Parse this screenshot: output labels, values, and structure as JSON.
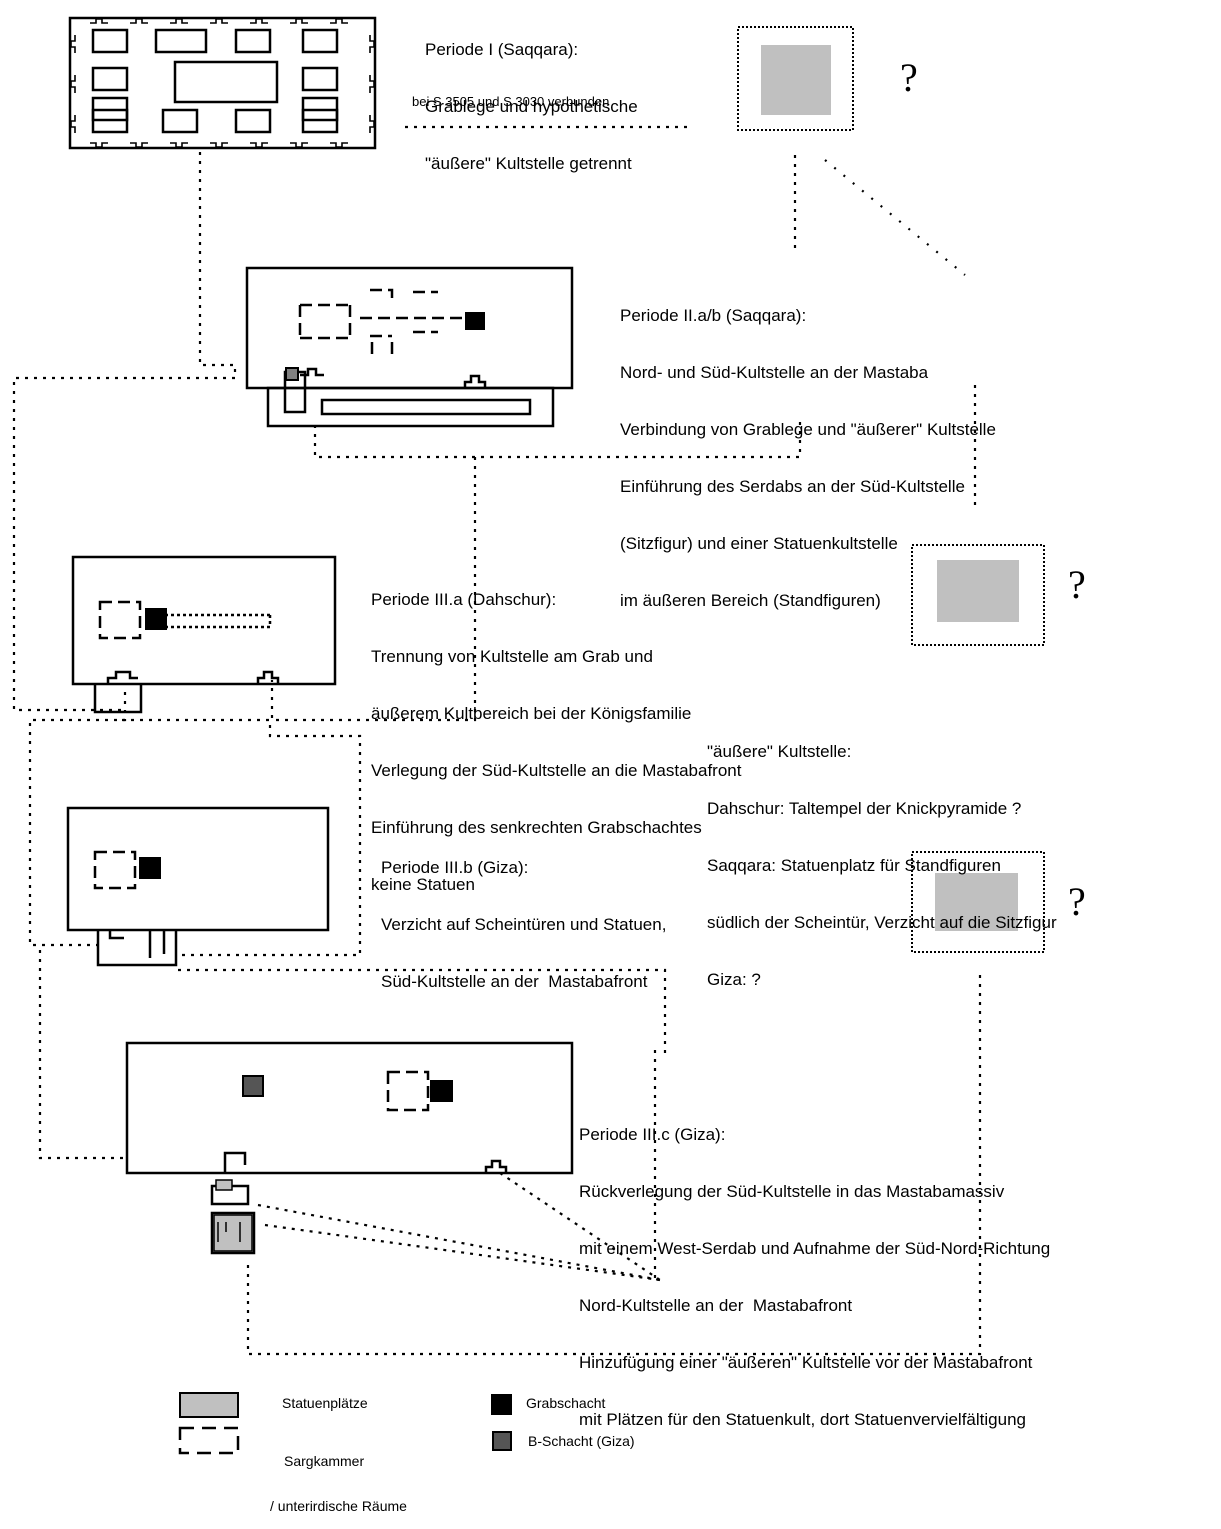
{
  "periods": {
    "p1": {
      "lines": [
        "Periode I (Saqqara):",
        "Grablege und hypothetische",
        "\"äußere\" Kultstelle getrennt"
      ],
      "note": "bei S 3505 und S 3030 verbunden"
    },
    "p2": {
      "lines": [
        "Periode II.a/b (Saqqara):",
        "Nord- und Süd-Kultstelle an der Mastaba",
        "Verbindung von Grablege und \"äußerer\" Kultstelle",
        "Einführung des Serdabs an der Süd-Kultstelle",
        "(Sitzfigur) und einer Statuenkultstelle",
        "im äußeren Bereich (Standfiguren)"
      ]
    },
    "p3a": {
      "lines": [
        "Periode III.a (Dahschur):",
        "Trennung von Kultstelle am Grab und",
        "äußerem Kultbereich bei der Königsfamilie",
        "Verlegung der Süd-Kultstelle an die Mastabafront",
        "Einführung des senkrechten Grabschachtes",
        "keine Statuen"
      ]
    },
    "outer": {
      "lines": [
        "\"äußere\" Kultstelle:",
        "Dahschur: Taltempel der Knickpyramide ?",
        "Saqqara: Statuenplatz für Standfiguren",
        "südlich der Scheintür, Verzicht auf die Sitzfigur",
        "Giza: ?"
      ]
    },
    "p3b": {
      "lines": [
        "Periode III.b (Giza):",
        "Verzicht auf Scheintüren und Statuen,",
        "Süd-Kultstelle an der  Mastabafront"
      ]
    },
    "p3c": {
      "lines": [
        "Periode III.c (Giza):",
        "Rückverlegung der Süd-Kultstelle in das Mastabamassiv",
        "mit einem West-Serdab und Aufnahme der Süd-Nord-Richtung",
        "Nord-Kultstelle an der  Mastabafront",
        "Hinzufügung einer \"äußeren\" Kultstelle vor der Mastabafront",
        "mit Plätzen für den Statuenkult, dort Statuenvervielfältigung"
      ]
    }
  },
  "question_mark": "?",
  "legend": {
    "statue_places": "Statuenplätze",
    "burial_chamber_line1": "Sargkammer",
    "burial_chamber_line2": "/ unterirdische Räume",
    "burial_shaft": "Grabschacht",
    "b_shaft": "B-Schacht (Giza)"
  },
  "colors": {
    "statue_gray": "#c0c0c0",
    "b_shaft_gray": "#555555",
    "shaft_black": "#000000"
  }
}
